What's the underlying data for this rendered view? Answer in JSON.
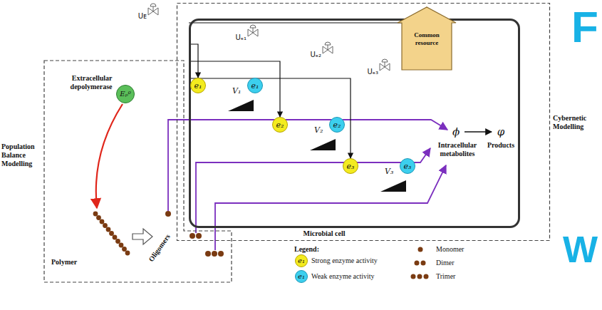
{
  "diagram": {
    "nodes": [
      {
        "text": [
          "Population Balance Modelling"
        ]
      },
      {
        "text": [
          "Cybernetic Modelling"
        ]
      },
      {
        "text": [
          "Microbial cell"
        ],
        "in": 1
      },
      {
        "text": [
          "Common resource"
        ],
        "in": 2
      },
      {
        "text": [
          "Extracellular depolymerase",
          "Eₚ⁰"
        ],
        "in": 0
      },
      {
        "text": [
          "e₁"
        ],
        "in": 2
      },
      {
        "text": [
          "e₁"
        ],
        "in": 2
      },
      {
        "text": [
          "e₂"
        ],
        "in": 2
      },
      {
        "text": [
          "e₂"
        ],
        "in": 2
      },
      {
        "text": [
          "e₃"
        ],
        "in": 2
      },
      {
        "text": [
          "e₃"
        ],
        "in": 2
      }
    ],
    "edges": [
      {
        "from": 3,
        "to": 4,
        "arrow": "to",
        "label": "Uᴇ"
      },
      {
        "from": 3,
        "to": 5,
        "arrow": "to",
        "label": "Uₑ₁"
      },
      {
        "from": 3,
        "to": 7,
        "arrow": "to",
        "label": "Uₑ₂"
      },
      {
        "from": 3,
        "to": 9,
        "arrow": "to",
        "label": "Uₑ₃"
      }
    ],
    "labels": [
      "V₁",
      "V₂",
      "V₃",
      "ϕ",
      "Intracellular metabolites",
      "φ",
      "Products",
      "Polymer",
      "Oligomers",
      "Legend:",
      "e₁",
      "e₁",
      "F",
      "W"
    ],
    "legend": [
      {
        "text": "Strong enzyme activity",
        "color": "#f3eb1f"
      },
      {
        "text": "Weak enzyme activity",
        "color": "#3ccfee"
      },
      {
        "text": "Monomer"
      },
      {
        "text": "Dimer"
      },
      {
        "text": "Trimer"
      }
    ]
  }
}
